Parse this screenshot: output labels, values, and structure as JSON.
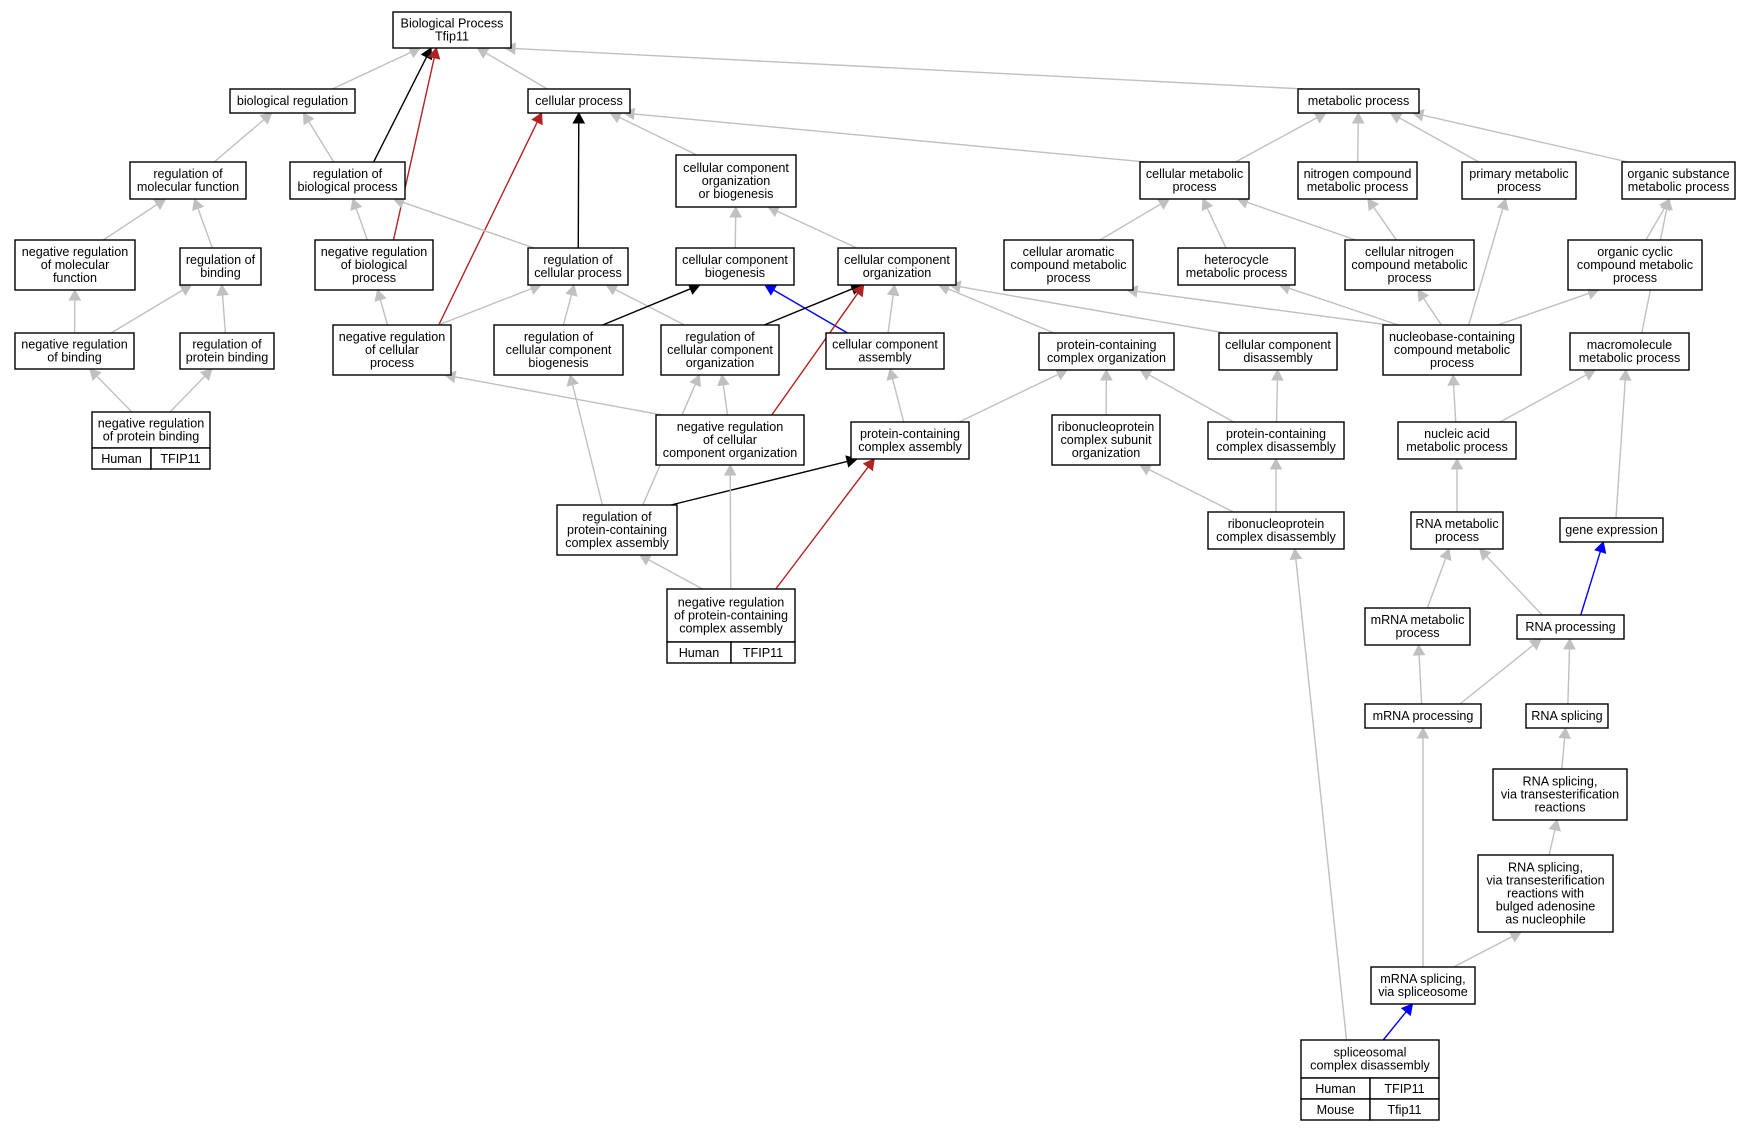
{
  "colors": {
    "gray": "#c0c0c0",
    "black": "#000000",
    "red": "#b22222",
    "blue": "#0000ff",
    "human": "#fa6447",
    "mouse": "#add8e6"
  },
  "nodes": [
    {
      "id": "root",
      "lines": [
        "Biological Process",
        "Tfip11"
      ]
    },
    {
      "id": "bioreg",
      "lines": [
        "biological regulation"
      ]
    },
    {
      "id": "cellproc",
      "lines": [
        "cellular process"
      ]
    },
    {
      "id": "metab",
      "lines": [
        "metabolic process"
      ]
    },
    {
      "id": "regmol",
      "lines": [
        "regulation of",
        "molecular function"
      ]
    },
    {
      "id": "regbio",
      "lines": [
        "regulation of",
        "biological process"
      ]
    },
    {
      "id": "ccorgbio",
      "lines": [
        "cellular component",
        "organization",
        "or biogenesis"
      ]
    },
    {
      "id": "cellmet",
      "lines": [
        "cellular metabolic",
        "process"
      ]
    },
    {
      "id": "nitro",
      "lines": [
        "nitrogen compound",
        "metabolic process"
      ]
    },
    {
      "id": "primary",
      "lines": [
        "primary metabolic",
        "process"
      ]
    },
    {
      "id": "organsub",
      "lines": [
        "organic substance",
        "metabolic process"
      ]
    },
    {
      "id": "negregmol",
      "lines": [
        "negative regulation",
        "of molecular",
        "function"
      ]
    },
    {
      "id": "regbind",
      "lines": [
        "regulation of",
        "binding"
      ]
    },
    {
      "id": "negregbio",
      "lines": [
        "negative regulation",
        "of biological",
        "process"
      ]
    },
    {
      "id": "regcell",
      "lines": [
        "regulation of",
        "cellular process"
      ]
    },
    {
      "id": "ccbiogen",
      "lines": [
        "cellular component",
        "biogenesis"
      ]
    },
    {
      "id": "ccorg",
      "lines": [
        "cellular component",
        "organization"
      ]
    },
    {
      "id": "cellarom",
      "lines": [
        "cellular aromatic",
        "compound metabolic",
        "process"
      ]
    },
    {
      "id": "hetero",
      "lines": [
        "heterocycle",
        "metabolic process"
      ]
    },
    {
      "id": "cellnitro",
      "lines": [
        "cellular nitrogen",
        "compound metabolic",
        "process"
      ]
    },
    {
      "id": "orgcyc",
      "lines": [
        "organic cyclic",
        "compound metabolic",
        "process"
      ]
    },
    {
      "id": "negregbind",
      "lines": [
        "negative regulation",
        "of binding"
      ]
    },
    {
      "id": "regprotbind",
      "lines": [
        "regulation of",
        "protein binding"
      ]
    },
    {
      "id": "negregcell",
      "lines": [
        "negative regulation",
        "of cellular",
        "process"
      ]
    },
    {
      "id": "regccbio",
      "lines": [
        "regulation of",
        "cellular component",
        "biogenesis"
      ]
    },
    {
      "id": "regccorg",
      "lines": [
        "regulation of",
        "cellular component",
        "organization"
      ]
    },
    {
      "id": "ccassem",
      "lines": [
        "cellular component",
        "assembly"
      ]
    },
    {
      "id": "pcorg",
      "lines": [
        "protein-containing",
        "complex organization"
      ]
    },
    {
      "id": "ccdis",
      "lines": [
        "cellular component",
        "disassembly"
      ]
    },
    {
      "id": "nucleo",
      "lines": [
        "nucleobase-containing",
        "compound metabolic",
        "process"
      ]
    },
    {
      "id": "macro",
      "lines": [
        "macromolecule",
        "metabolic process"
      ]
    },
    {
      "id": "negregprotbind",
      "lines": [
        "negative regulation",
        "of protein binding"
      ],
      "genes": [
        [
          "Human",
          "TFIP11"
        ]
      ]
    },
    {
      "id": "negregccorg",
      "lines": [
        "negative regulation",
        "of cellular",
        "component organization"
      ]
    },
    {
      "id": "pcassem",
      "lines": [
        "protein-containing",
        "complex assembly"
      ]
    },
    {
      "id": "rnpsub",
      "lines": [
        "ribonucleoprotein",
        "complex subunit",
        "organization"
      ]
    },
    {
      "id": "pcdis",
      "lines": [
        "protein-containing",
        "complex disassembly"
      ]
    },
    {
      "id": "nucacid",
      "lines": [
        "nucleic acid",
        "metabolic process"
      ]
    },
    {
      "id": "regpcassem",
      "lines": [
        "regulation of",
        "protein-containing",
        "complex assembly"
      ]
    },
    {
      "id": "rnpdis",
      "lines": [
        "ribonucleoprotein",
        "complex disassembly"
      ]
    },
    {
      "id": "rnamet",
      "lines": [
        "RNA metabolic",
        "process"
      ]
    },
    {
      "id": "geneexp",
      "lines": [
        "gene expression"
      ]
    },
    {
      "id": "negregpcassem",
      "lines": [
        "negative regulation",
        "of protein-containing",
        "complex assembly"
      ],
      "genes": [
        [
          "Human",
          "TFIP11"
        ]
      ]
    },
    {
      "id": "mrnamet",
      "lines": [
        "mRNA metabolic",
        "process"
      ]
    },
    {
      "id": "rnaproc",
      "lines": [
        "RNA processing"
      ]
    },
    {
      "id": "mrnaproc",
      "lines": [
        "mRNA processing"
      ]
    },
    {
      "id": "rnasplice",
      "lines": [
        "RNA splicing"
      ]
    },
    {
      "id": "rnasplicetrans",
      "lines": [
        "RNA splicing,",
        "via transesterification",
        "reactions"
      ]
    },
    {
      "id": "rnasplicebulged",
      "lines": [
        "RNA splicing,",
        "via transesterification",
        "reactions with",
        "bulged adenosine",
        "as nucleophile"
      ]
    },
    {
      "id": "mrnasplice",
      "lines": [
        "mRNA splicing,",
        "via spliceosome"
      ]
    },
    {
      "id": "splicedis",
      "lines": [
        "spliceosomal",
        "complex disassembly"
      ],
      "genes": [
        [
          "Human",
          "TFIP11"
        ],
        [
          "Mouse",
          "Tfip11"
        ]
      ]
    }
  ],
  "edges": [
    {
      "from": "bioreg",
      "to": "root",
      "color": "gray"
    },
    {
      "from": "cellproc",
      "to": "root",
      "color": "gray"
    },
    {
      "from": "metab",
      "to": "root",
      "color": "gray"
    },
    {
      "from": "regbio",
      "to": "root",
      "color": "black"
    },
    {
      "from": "negregbio",
      "to": "root",
      "color": "red"
    },
    {
      "from": "regmol",
      "to": "bioreg",
      "color": "gray"
    },
    {
      "from": "regbio",
      "to": "bioreg",
      "color": "gray"
    },
    {
      "from": "ccorgbio",
      "to": "cellproc",
      "color": "gray"
    },
    {
      "from": "cellmet",
      "to": "cellproc",
      "color": "gray"
    },
    {
      "from": "regcell",
      "to": "cellproc",
      "color": "black"
    },
    {
      "from": "negregcell",
      "to": "cellproc",
      "color": "red"
    },
    {
      "from": "cellmet",
      "to": "metab",
      "color": "gray"
    },
    {
      "from": "nitro",
      "to": "metab",
      "color": "gray"
    },
    {
      "from": "primary",
      "to": "metab",
      "color": "gray"
    },
    {
      "from": "organsub",
      "to": "metab",
      "color": "gray"
    },
    {
      "from": "negregmol",
      "to": "regmol",
      "color": "gray"
    },
    {
      "from": "regbind",
      "to": "regmol",
      "color": "gray"
    },
    {
      "from": "negregbio",
      "to": "regbio",
      "color": "gray"
    },
    {
      "from": "regcell",
      "to": "regbio",
      "color": "gray"
    },
    {
      "from": "ccbiogen",
      "to": "ccorgbio",
      "color": "gray"
    },
    {
      "from": "ccorg",
      "to": "ccorgbio",
      "color": "gray"
    },
    {
      "from": "cellarom",
      "to": "cellmet",
      "color": "gray"
    },
    {
      "from": "hetero",
      "to": "cellmet",
      "color": "gray"
    },
    {
      "from": "cellnitro",
      "to": "cellmet",
      "color": "gray"
    },
    {
      "from": "cellnitro",
      "to": "nitro",
      "color": "gray"
    },
    {
      "from": "orgcyc",
      "to": "organsub",
      "color": "gray"
    },
    {
      "from": "macro",
      "to": "organsub",
      "color": "gray"
    },
    {
      "from": "negregbind",
      "to": "negregmol",
      "color": "gray"
    },
    {
      "from": "negregbind",
      "to": "regbind",
      "color": "gray"
    },
    {
      "from": "regprotbind",
      "to": "regbind",
      "color": "gray"
    },
    {
      "from": "negregcell",
      "to": "negregbio",
      "color": "gray"
    },
    {
      "from": "negregcell",
      "to": "regcell",
      "color": "gray"
    },
    {
      "from": "regccbio",
      "to": "regcell",
      "color": "gray"
    },
    {
      "from": "regccorg",
      "to": "regcell",
      "color": "gray"
    },
    {
      "from": "regccbio",
      "to": "ccbiogen",
      "color": "black"
    },
    {
      "from": "ccassem",
      "to": "ccbiogen",
      "color": "blue"
    },
    {
      "from": "regccorg",
      "to": "ccorg",
      "color": "black"
    },
    {
      "from": "ccassem",
      "to": "ccorg",
      "color": "gray"
    },
    {
      "from": "pcorg",
      "to": "ccorg",
      "color": "gray"
    },
    {
      "from": "ccdis",
      "to": "ccorg",
      "color": "gray"
    },
    {
      "from": "negregccorg",
      "to": "ccorg",
      "color": "red"
    },
    {
      "from": "nucleo",
      "to": "cellarom",
      "color": "gray"
    },
    {
      "from": "nucleo",
      "to": "hetero",
      "color": "gray"
    },
    {
      "from": "nucleo",
      "to": "cellnitro",
      "color": "gray"
    },
    {
      "from": "nucleo",
      "to": "orgcyc",
      "color": "gray"
    },
    {
      "from": "nucleo",
      "to": "primary",
      "color": "gray"
    },
    {
      "from": "negregprotbind",
      "to": "negregbind",
      "color": "gray"
    },
    {
      "from": "negregprotbind",
      "to": "regprotbind",
      "color": "gray"
    },
    {
      "from": "negregccorg",
      "to": "negregcell",
      "color": "gray"
    },
    {
      "from": "negregccorg",
      "to": "regccorg",
      "color": "gray"
    },
    {
      "from": "pcassem",
      "to": "ccassem",
      "color": "gray"
    },
    {
      "from": "pcassem",
      "to": "pcorg",
      "color": "gray"
    },
    {
      "from": "rnpsub",
      "to": "pcorg",
      "color": "gray"
    },
    {
      "from": "pcdis",
      "to": "pcorg",
      "color": "gray"
    },
    {
      "from": "pcdis",
      "to": "ccdis",
      "color": "gray"
    },
    {
      "from": "nucacid",
      "to": "nucleo",
      "color": "gray"
    },
    {
      "from": "nucacid",
      "to": "macro",
      "color": "gray"
    },
    {
      "from": "regpcassem",
      "to": "regccbio",
      "color": "gray"
    },
    {
      "from": "regpcassem",
      "to": "regccorg",
      "color": "gray"
    },
    {
      "from": "regpcassem",
      "to": "pcassem",
      "color": "black"
    },
    {
      "from": "rnpdis",
      "to": "rnpsub",
      "color": "gray"
    },
    {
      "from": "rnpdis",
      "to": "pcdis",
      "color": "gray"
    },
    {
      "from": "rnamet",
      "to": "nucacid",
      "color": "gray"
    },
    {
      "from": "geneexp",
      "to": "macro",
      "color": "gray"
    },
    {
      "from": "negregpcassem",
      "to": "regpcassem",
      "color": "gray"
    },
    {
      "from": "negregpcassem",
      "to": "negregccorg",
      "color": "gray"
    },
    {
      "from": "negregpcassem",
      "to": "pcassem",
      "color": "red"
    },
    {
      "from": "mrnamet",
      "to": "rnamet",
      "color": "gray"
    },
    {
      "from": "rnaproc",
      "to": "rnamet",
      "color": "gray"
    },
    {
      "from": "rnaproc",
      "to": "geneexp",
      "color": "blue"
    },
    {
      "from": "mrnaproc",
      "to": "mrnamet",
      "color": "gray"
    },
    {
      "from": "mrnaproc",
      "to": "rnaproc",
      "color": "gray"
    },
    {
      "from": "rnasplice",
      "to": "rnaproc",
      "color": "gray"
    },
    {
      "from": "rnasplicetrans",
      "to": "rnasplice",
      "color": "gray"
    },
    {
      "from": "rnasplicebulged",
      "to": "rnasplicetrans",
      "color": "gray"
    },
    {
      "from": "mrnasplice",
      "to": "mrnaproc",
      "color": "gray"
    },
    {
      "from": "mrnasplice",
      "to": "rnasplicebulged",
      "color": "gray"
    },
    {
      "from": "splicedis",
      "to": "rnpdis",
      "color": "gray"
    },
    {
      "from": "splicedis",
      "to": "mrnasplice",
      "color": "blue"
    }
  ]
}
